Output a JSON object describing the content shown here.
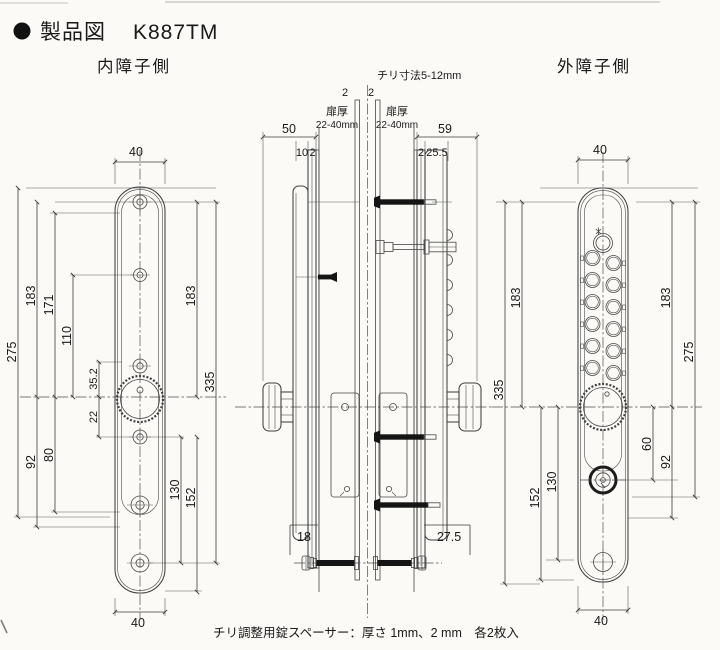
{
  "title": {
    "bullet": "●",
    "label": "製品図",
    "model": "K887TM"
  },
  "views": {
    "inner": "内障子側",
    "outer": "外障子側"
  },
  "top": {
    "gap": "チリ寸法5-12mm",
    "spacer_l": "2",
    "spacer_r": "2",
    "door_l1": "扉厚",
    "door_l2": "22-40mm",
    "door_r1": "扉厚",
    "door_r2": "22-40mm",
    "d50": "50",
    "d10": "10",
    "d2l": "2",
    "d2r": "2",
    "d25_5": "25.5",
    "d59": "59"
  },
  "center": {
    "d18": "18",
    "d27_5": "27.5"
  },
  "left": {
    "w_top": "40",
    "w_bot": "40",
    "d275": "275",
    "d183a": "183",
    "d171": "171",
    "d110": "110",
    "d35_2": "35.2",
    "d22": "22",
    "d92": "92",
    "d80": "80",
    "d130": "130",
    "d152": "152",
    "d183b": "183",
    "d335": "335"
  },
  "right": {
    "w_top": "40",
    "w_bot": "40",
    "d335": "335",
    "d183l": "183",
    "d152": "152",
    "d130": "130",
    "d60": "60",
    "d92": "92",
    "d183r": "183",
    "d275": "275"
  },
  "footnote": "チリ調整用錠スペーサー：厚さ 1mm、2 mm　各2枚入"
}
